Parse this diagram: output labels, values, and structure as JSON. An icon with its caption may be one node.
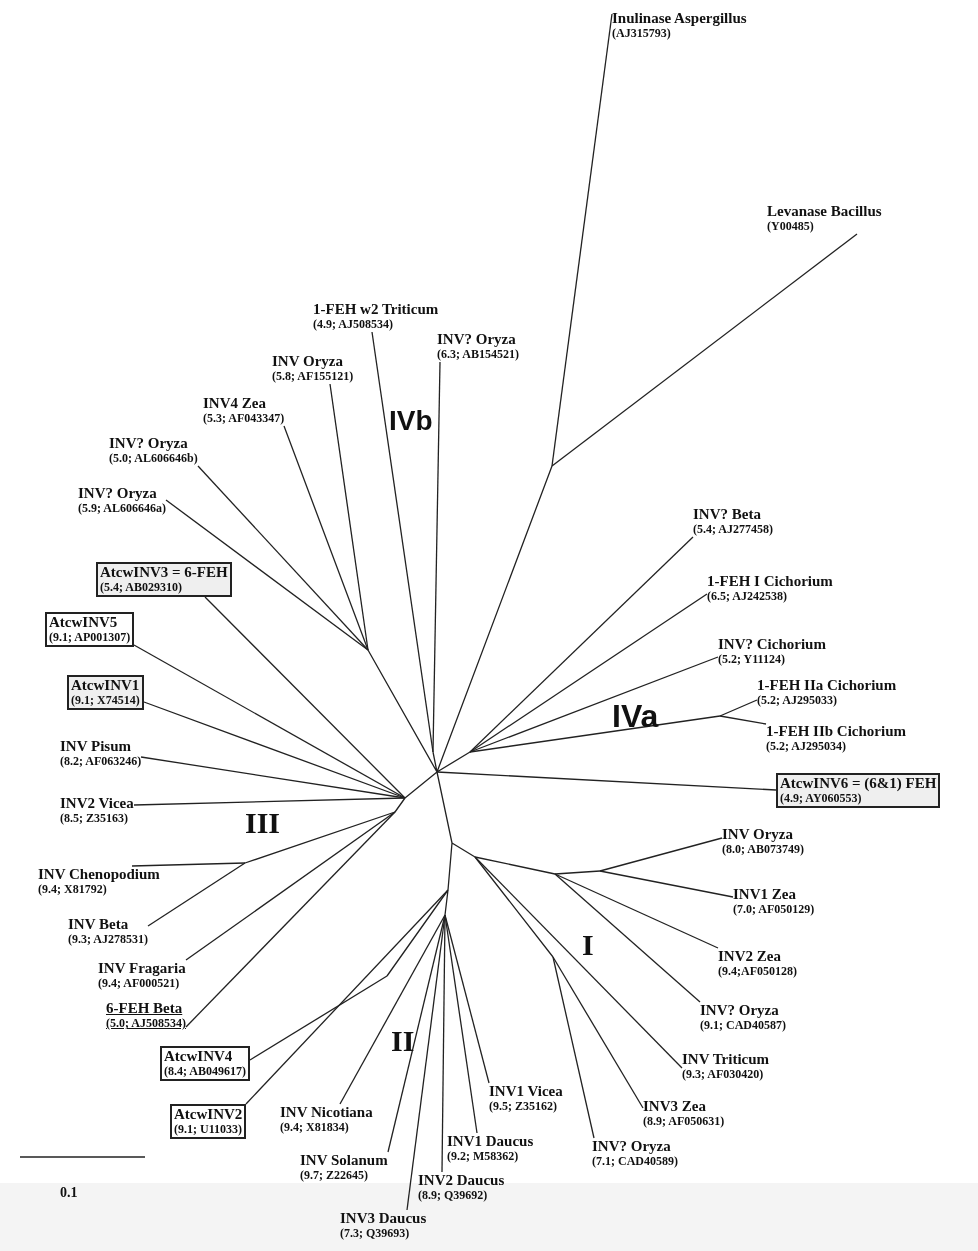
{
  "diagram": {
    "nodes": [
      {
        "text": [
          "Inulinase Aspergillus",
          "(AJ315793)"
        ]
      },
      {
        "text": [
          "Levanase Bacillus",
          "(Y00485)"
        ]
      },
      {
        "text": [
          "1-FEH w2 Triticum",
          "(4.9; AJ508534)"
        ]
      },
      {
        "text": [
          "INV? Oryza",
          "(6.3; AB154521)"
        ]
      },
      {
        "text": [
          "INV Oryza",
          "(5.8; AF155121)"
        ]
      },
      {
        "text": [
          "INV4 Zea",
          "(5.3; AF043347)"
        ]
      },
      {
        "text": [
          "INV? Oryza",
          "(5.0; AL606646b)"
        ]
      },
      {
        "text": [
          "INV? Oryza",
          "(5.9; AL606646a)"
        ]
      },
      {
        "text": [
          "INV? Beta",
          "(5.4; AJ277458)"
        ]
      },
      {
        "text": [
          "AtcwINV3 = 6-FEH",
          "(5.4; AB029310)"
        ]
      },
      {
        "text": [
          "1-FEH I Cichorium",
          "(6.5; AJ242538)"
        ]
      },
      {
        "text": [
          "AtcwINV5",
          "(9.1; AP001307)"
        ]
      },
      {
        "text": [
          "INV? Cichorium",
          "(5.2; Y11124)"
        ]
      },
      {
        "text": [
          "AtcwINV1",
          "(9.1; X74514)"
        ]
      },
      {
        "text": [
          "1-FEH IIa Cichorium",
          "(5.2; AJ295033)"
        ]
      },
      {
        "text": [
          "1-FEH IIb Cichorium",
          "(5.2; AJ295034)"
        ]
      },
      {
        "text": [
          "INV Pisum",
          "(8.2; AF063246)"
        ]
      },
      {
        "text": [
          "AtcwINV6 = (6&1) FEH",
          "(4.9; AY060553)"
        ]
      },
      {
        "text": [
          "INV2 Vicea",
          "(8.5; Z35163)"
        ]
      },
      {
        "text": [
          "INV Oryza",
          "(8.0; AB073749)"
        ]
      },
      {
        "text": [
          "INV Chenopodium",
          "(9.4; X81792)"
        ]
      },
      {
        "text": [
          "INV1 Zea",
          "(7.0; AF050129)"
        ]
      },
      {
        "text": [
          "INV Beta",
          "(9.3; AJ278531)"
        ]
      },
      {
        "text": [
          "INV2 Zea",
          "(9.4;AF050128)"
        ]
      },
      {
        "text": [
          "INV Fragaria",
          "(9.4; AF000521)"
        ]
      },
      {
        "text": [
          "INV? Oryza",
          "(9.1; CAD40587)"
        ]
      },
      {
        "text": [
          "6-FEH Beta",
          "(5.0; AJ508534)"
        ]
      },
      {
        "text": [
          "AtcwINV4",
          "(8.4; AB049617)"
        ]
      },
      {
        "text": [
          "INV Triticum",
          "(9.3; AF030420)"
        ]
      },
      {
        "text": [
          "INV1 Vicea",
          "(9.5; Z35162)"
        ]
      },
      {
        "text": [
          "INV3 Zea",
          "(8.9; AF050631)"
        ]
      },
      {
        "text": [
          "AtcwINV2",
          "(9.1; U11033)"
        ]
      },
      {
        "text": [
          "INV Nicotiana",
          "(9.4; X81834)"
        ]
      },
      {
        "text": [
          "INV1 Daucus",
          "(9.2; M58362)"
        ]
      },
      {
        "text": [
          "INV? Oryza",
          "(7.1; CAD40589)"
        ]
      },
      {
        "text": [
          "INV Solanum",
          "(9.7; Z22645)"
        ]
      },
      {
        "text": [
          "INV2 Daucus",
          "(8.9; Q39692)"
        ]
      },
      {
        "text": [
          "INV3 Daucus",
          "(7.3; Q39693)"
        ]
      }
    ],
    "edges": [
      {
        "from": null,
        "to": 0,
        "arrow": "none"
      },
      {
        "from": null,
        "to": 1,
        "arrow": "none"
      },
      {
        "from": null,
        "to": 2,
        "arrow": "none"
      },
      {
        "from": null,
        "to": 3,
        "arrow": "none"
      },
      {
        "from": null,
        "to": 4,
        "arrow": "none"
      },
      {
        "from": null,
        "to": 5,
        "arrow": "none"
      },
      {
        "from": null,
        "to": 6,
        "arrow": "none"
      },
      {
        "from": null,
        "to": 7,
        "arrow": "none"
      },
      {
        "from": null,
        "to": 8,
        "arrow": "none"
      },
      {
        "from": null,
        "to": 9,
        "arrow": "none"
      },
      {
        "from": null,
        "to": 10,
        "arrow": "none"
      },
      {
        "from": null,
        "to": 11,
        "arrow": "none"
      },
      {
        "from": null,
        "to": 12,
        "arrow": "none"
      },
      {
        "from": null,
        "to": 13,
        "arrow": "none"
      },
      {
        "from": null,
        "to": 14,
        "arrow": "none"
      },
      {
        "from": null,
        "to": 15,
        "arrow": "none"
      },
      {
        "from": null,
        "to": 16,
        "arrow": "none"
      },
      {
        "from": null,
        "to": 17,
        "arrow": "none"
      },
      {
        "from": null,
        "to": 18,
        "arrow": "none"
      },
      {
        "from": null,
        "to": 19,
        "arrow": "none"
      },
      {
        "from": null,
        "to": 20,
        "arrow": "none"
      },
      {
        "from": null,
        "to": 21,
        "arrow": "none"
      },
      {
        "from": null,
        "to": 22,
        "arrow": "none"
      },
      {
        "from": null,
        "to": 23,
        "arrow": "none"
      },
      {
        "from": null,
        "to": 24,
        "arrow": "none"
      },
      {
        "from": null,
        "to": 25,
        "arrow": "none"
      },
      {
        "from": null,
        "to": 26,
        "arrow": "none"
      },
      {
        "from": null,
        "to": 27,
        "arrow": "none"
      },
      {
        "from": null,
        "to": 28,
        "arrow": "none"
      },
      {
        "from": null,
        "to": 29,
        "arrow": "none"
      },
      {
        "from": null,
        "to": 30,
        "arrow": "none"
      },
      {
        "from": null,
        "to": 31,
        "arrow": "none"
      },
      {
        "from": null,
        "to": 32,
        "arrow": "none"
      },
      {
        "from": null,
        "to": 33,
        "arrow": "none"
      },
      {
        "from": null,
        "to": 34,
        "arrow": "none"
      },
      {
        "from": null,
        "to": 35,
        "arrow": "none"
      },
      {
        "from": null,
        "to": 36,
        "arrow": "none"
      },
      {
        "from": null,
        "to": 37,
        "arrow": "none"
      }
    ],
    "labels": [
      "IVb",
      "IVa",
      "III",
      "II",
      "I",
      "0.1"
    ]
  }
}
